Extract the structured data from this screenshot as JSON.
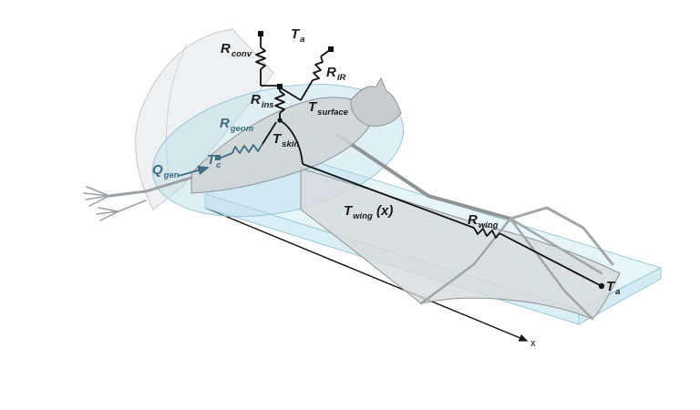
{
  "labels": {
    "r_conv": {
      "main": "R",
      "sub": "conv"
    },
    "t_a_top": {
      "main": "T",
      "sub": "a"
    },
    "r_ir": {
      "main": "R",
      "sub": "IR"
    },
    "r_ins": {
      "main": "R",
      "sub": "ins"
    },
    "t_surface": {
      "main": "T",
      "sub": "surface"
    },
    "r_geom": {
      "main": "R",
      "sub": "geom"
    },
    "t_skin": {
      "main": "T",
      "sub": "skin"
    },
    "t_c": {
      "main": "T",
      "sub": "c"
    },
    "q_gen": {
      "main": "Q",
      "sub": "gen"
    },
    "t_wing": {
      "main": "T",
      "sub": "wing",
      "suffix": " (x)"
    },
    "r_wing": {
      "main": "R",
      "sub": "wing"
    },
    "t_a_tip": {
      "main": "T",
      "sub": "a"
    },
    "x_axis": "x"
  },
  "colors": {
    "network": "#111111",
    "internal": "#3d6d83",
    "slab_fill": "#d2ecf3",
    "slab_edge": "#9cc9d8",
    "body_fill": "#b9dcea",
    "bat_fill": "#d7dadb",
    "bat_edge": "#8e9396"
  }
}
